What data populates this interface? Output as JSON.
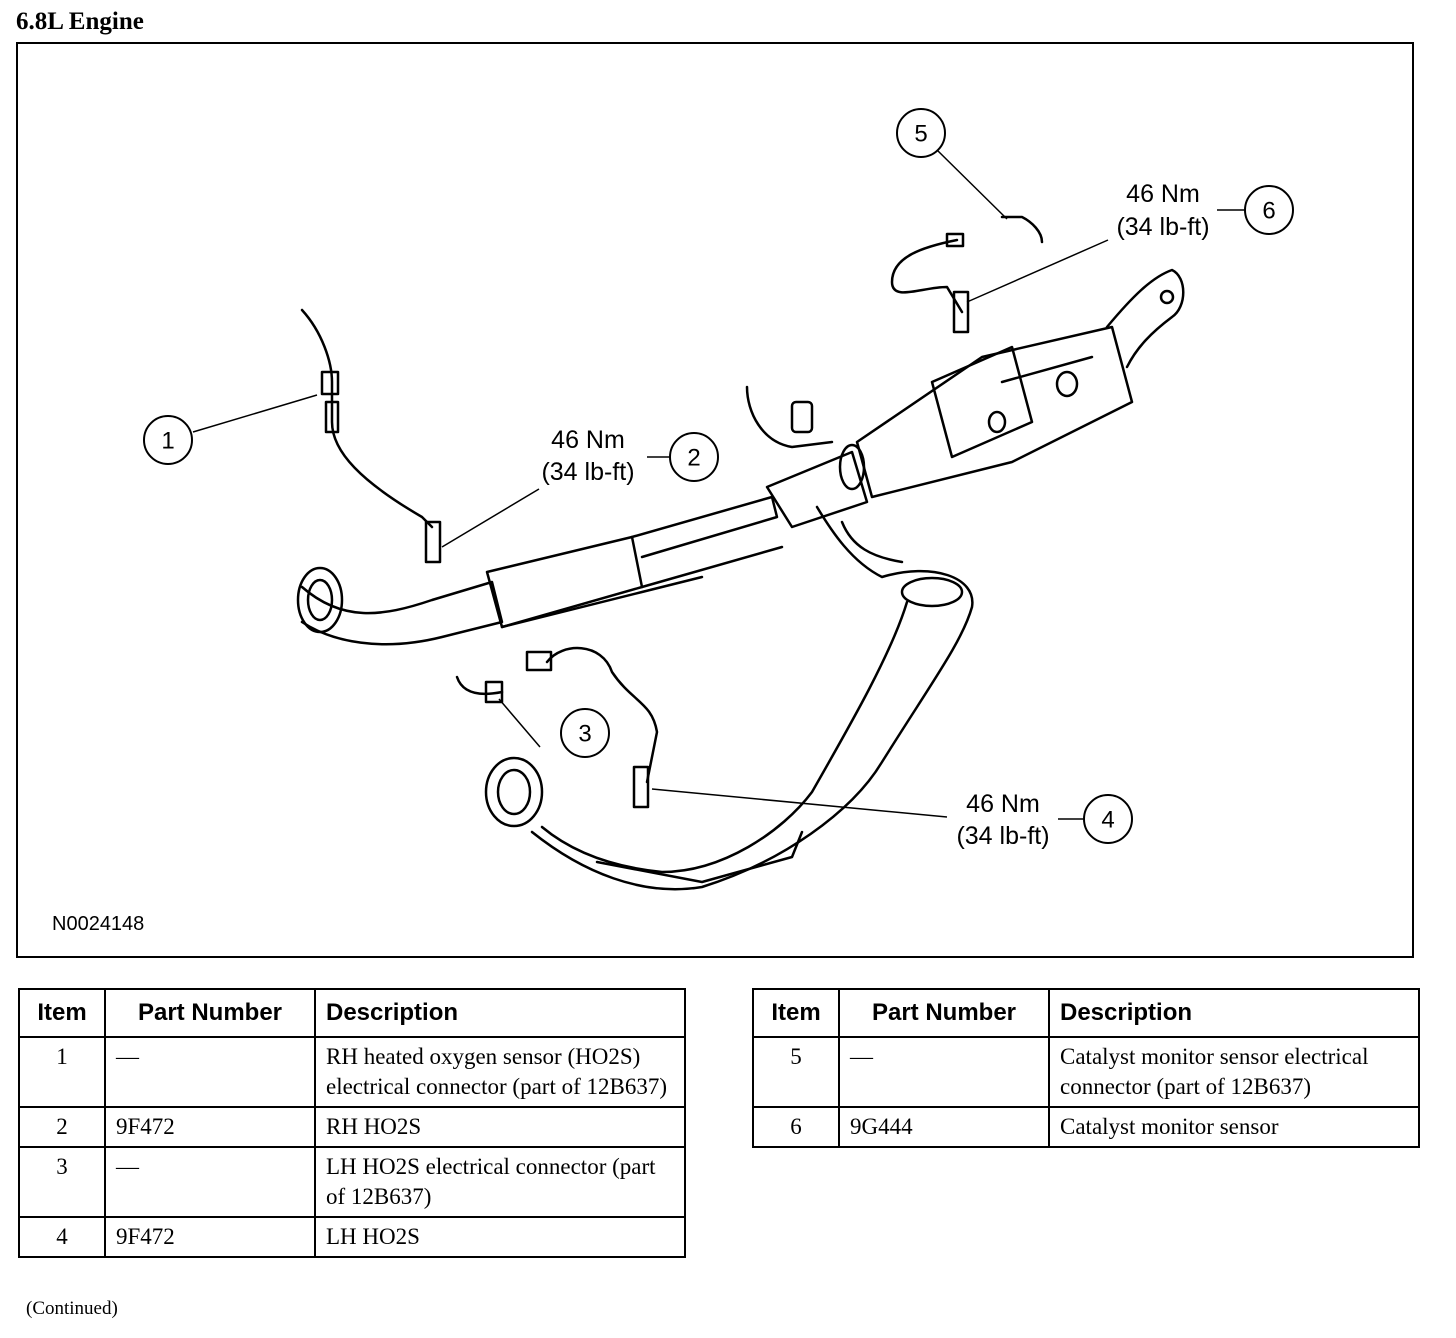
{
  "page": {
    "title": "6.8L Engine",
    "continued": "(Continued)"
  },
  "figure": {
    "figure_id": "N0024148",
    "callouts": [
      "1",
      "2",
      "3",
      "4",
      "5",
      "6"
    ],
    "torque": {
      "c2": {
        "nm": "46 Nm",
        "lbft": "(34 lb-ft)"
      },
      "c4": {
        "nm": "46 Nm",
        "lbft": "(34 lb-ft)"
      },
      "c6": {
        "nm": "46 Nm",
        "lbft": "(34 lb-ft)"
      }
    }
  },
  "table_headers": {
    "item": "Item",
    "part_number": "Part Number",
    "description": "Description"
  },
  "table_left": [
    {
      "item": "1",
      "part": "—",
      "desc": "RH heated oxygen sensor (HO2S) electrical connector (part of 12B637)"
    },
    {
      "item": "2",
      "part": "9F472",
      "desc": "RH HO2S"
    },
    {
      "item": "3",
      "part": "—",
      "desc": "LH HO2S electrical connector (part of 12B637)"
    },
    {
      "item": "4",
      "part": "9F472",
      "desc": "LH HO2S"
    }
  ],
  "table_right": [
    {
      "item": "5",
      "part": "—",
      "desc": "Catalyst monitor sensor electrical connector (part of 12B637)"
    },
    {
      "item": "6",
      "part": "9G444",
      "desc": "Catalyst monitor sensor"
    }
  ]
}
